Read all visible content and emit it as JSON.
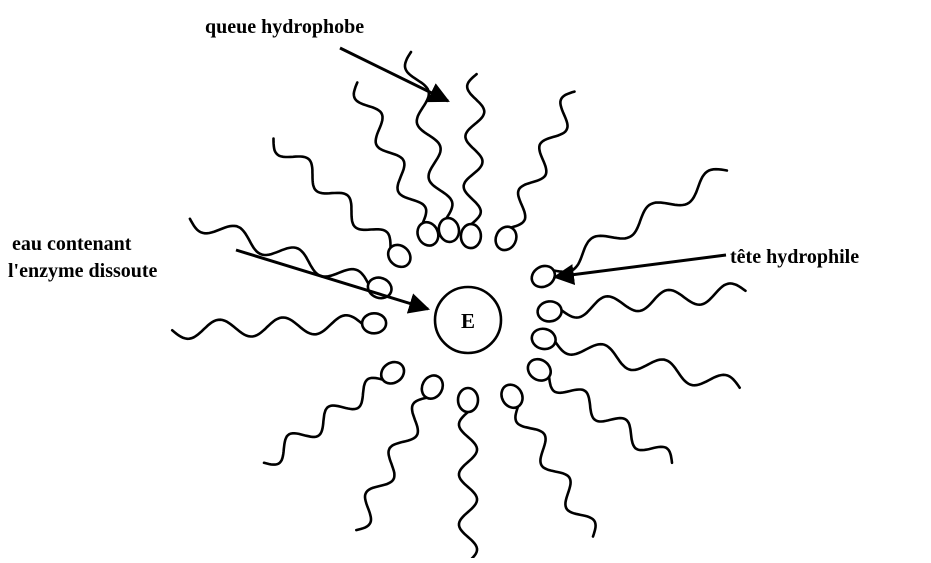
{
  "labels": {
    "tail": "queue hydrophobe",
    "head": "tête hydrophile",
    "water_line1": "eau  contenant",
    "water_line2": "l'enzyme dissoute",
    "enzyme": "E"
  },
  "colors": {
    "ink": "#000000",
    "background": "#ffffff"
  }
}
